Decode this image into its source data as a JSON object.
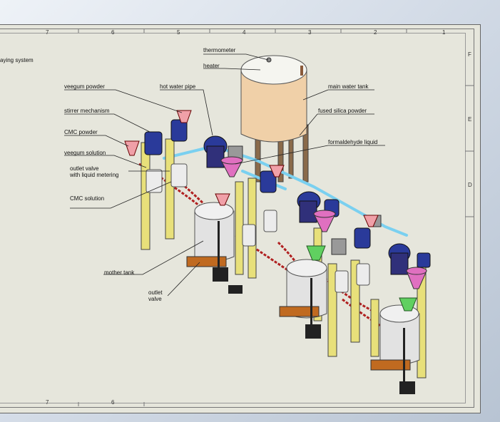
{
  "title_fragment": "aying system",
  "zones_top": [
    "7",
    "6",
    "5",
    "4",
    "3",
    "2",
    "1"
  ],
  "zones_bottom": [
    "7",
    "6"
  ],
  "zones_side": [
    "F",
    "E",
    "D"
  ],
  "labels": {
    "thermometer": "thermometer",
    "heater": "heater",
    "veegum_powder": "veegum powder",
    "hot_water_pipe": "hot water pipe",
    "main_water_tank": "main water tank",
    "stirrer_mechanism": "stirrer mechanism",
    "fused_silica_powder": "fused silica powder",
    "cmc_powder": "CMC powder",
    "formaldehyde_liquid": "formaldehyde liquid",
    "veegum_solution": "veegum solution",
    "outlet_valve_metering_1": "outlet valve",
    "outlet_valve_metering_2": "with liquid metering",
    "cmc_solution": "CMC solution",
    "mother_tank": "mother tank",
    "outlet_valve_1": "outlet",
    "outlet_valve_2": "valve"
  },
  "colors": {
    "tank_body": "#f0d0a8",
    "steel": "#d8d8d8",
    "frame_yellow": "#e8e07a",
    "motor_blue": "#2a3a9a",
    "pink_hopper": "#e070c0",
    "green_hopper": "#60d060",
    "pipe_cyan": "#7ad0f0",
    "hose_red": "#b02020"
  }
}
